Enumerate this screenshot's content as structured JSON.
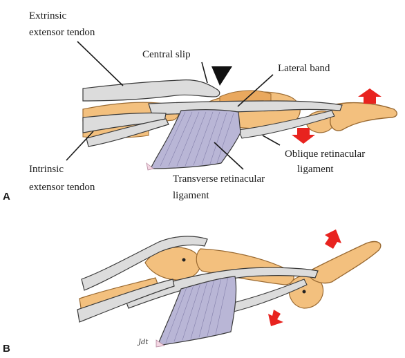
{
  "colors": {
    "bone": "#f3c07e",
    "bone_shade": "#d9954a",
    "tendon": "#dcdcdc",
    "tendon_line": "#3a3a3a",
    "retinacular": "#b9b6d6",
    "arrow": "#e8231f",
    "skin": "#f4d7e3"
  },
  "panel_a": {
    "letter": "A",
    "labels": {
      "extrinsic_line1": "Extrinsic",
      "extrinsic_line2": "extensor tendon",
      "central_slip": "Central slip",
      "lateral_band": "Lateral band",
      "intrinsic_line1": "Intrinsic",
      "intrinsic_line2": "extensor tendon",
      "oblique_line1": "Oblique retinacular",
      "oblique_line2": "ligament",
      "transverse_line1": "Transverse retinacular",
      "transverse_line2": "ligament"
    }
  },
  "panel_b": {
    "letter": "B",
    "signature": "Jdt"
  }
}
